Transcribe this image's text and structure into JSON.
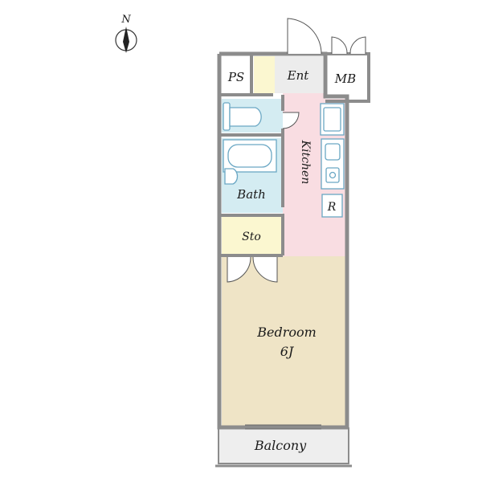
{
  "compass": {
    "label": "N",
    "icon": "north-arrow-icon"
  },
  "rooms": {
    "ps": "PS",
    "ent": "Ent",
    "mb": "MB",
    "kitchen": "Kitchen",
    "bath": "Bath",
    "sto": "Sto",
    "refrigerator": "R",
    "bedroom": "Bedroom",
    "bedroom_size": "6J",
    "balcony": "Balcony"
  },
  "colors": {
    "wall": "#8c8c8c",
    "bath": "#d4ecf2",
    "kitchen": "#f9dde2",
    "storage": "#fbf7d0",
    "bedroom": "#efe4c6",
    "entrance": "#ececec",
    "mb": "#ffffff",
    "balcony": "#eeeeee"
  }
}
